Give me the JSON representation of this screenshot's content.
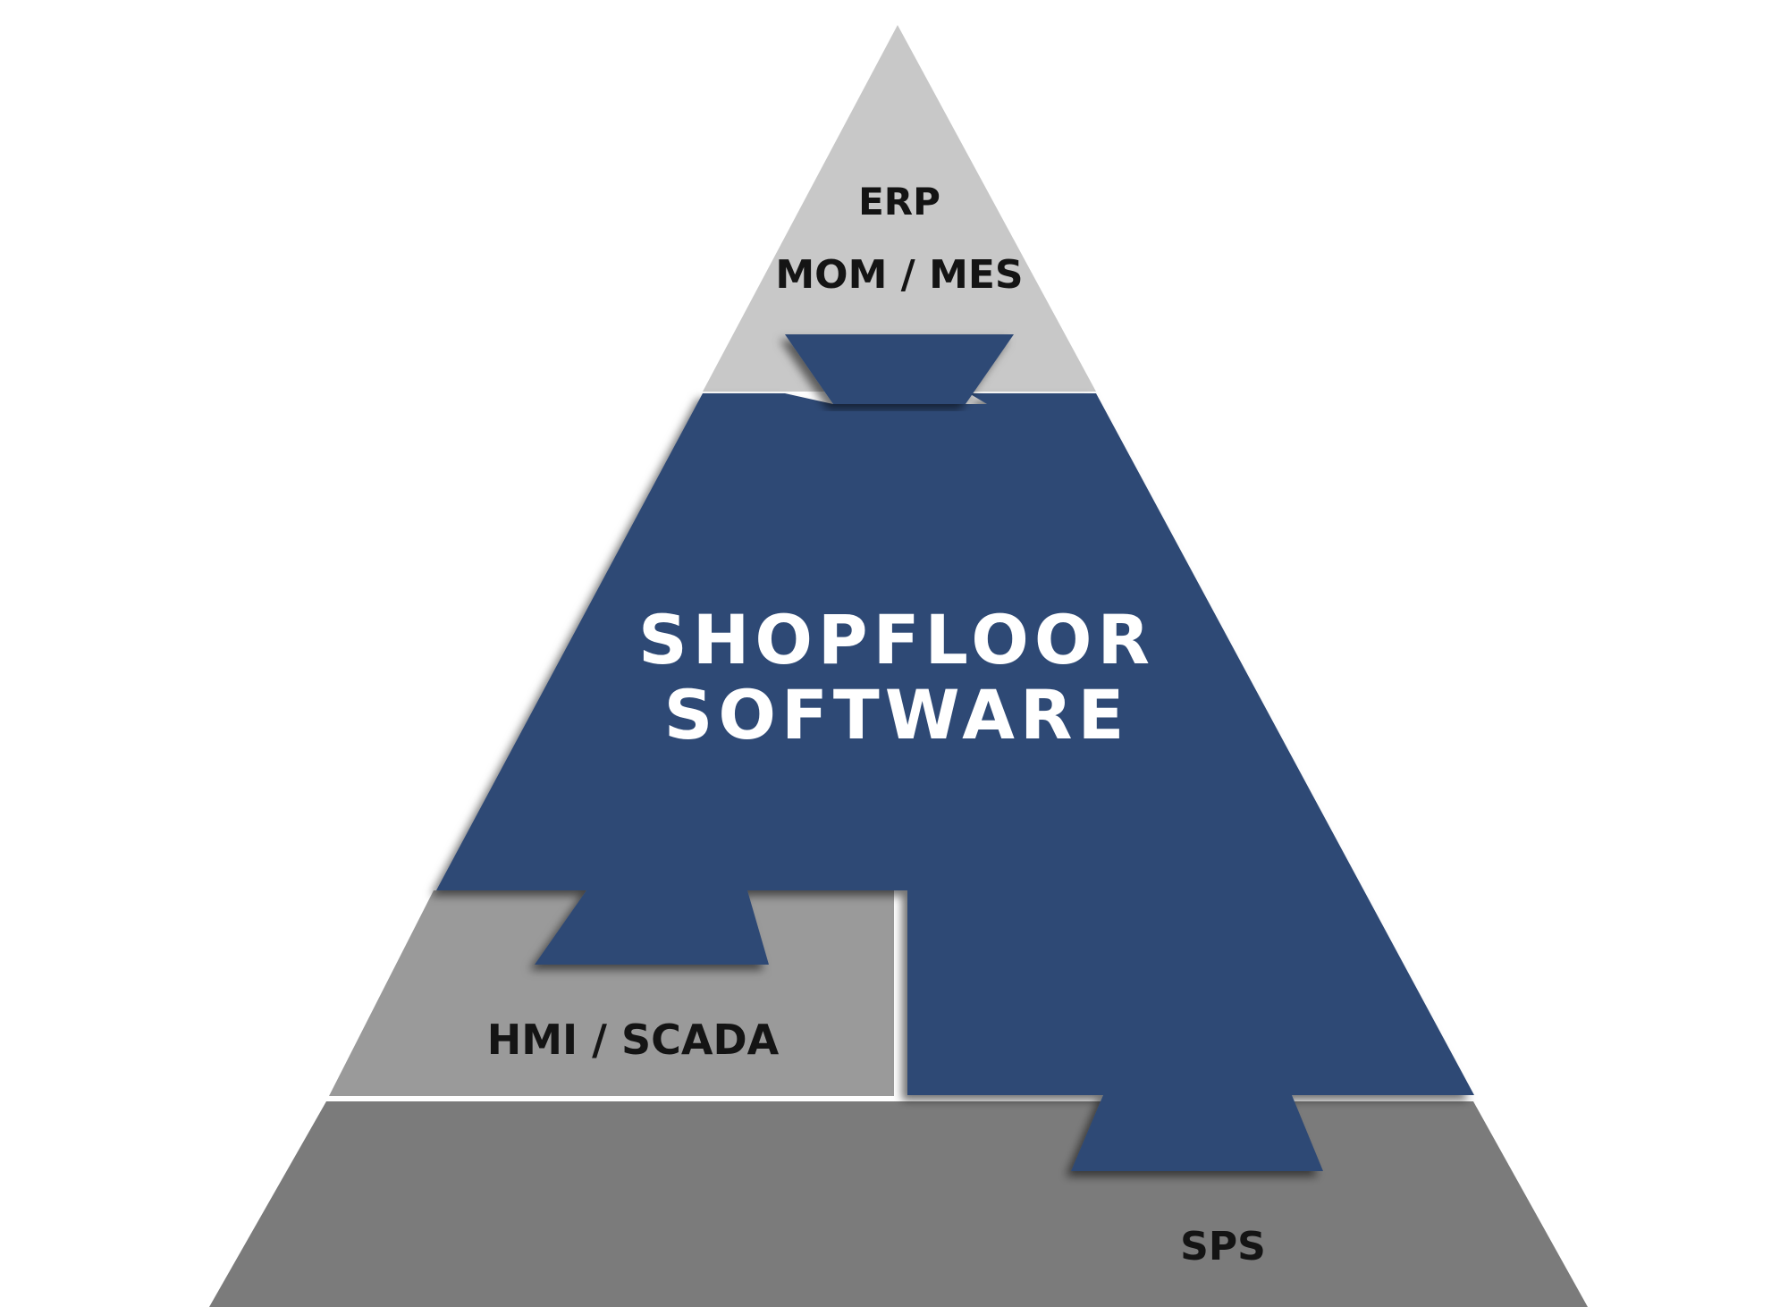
{
  "layers": {
    "erp": {
      "label": "ERP",
      "color": "#c8c8c8"
    },
    "mom_mes": {
      "label": "MOM / MES",
      "color": "#c8c8c8"
    },
    "shopfloor": {
      "line1": "SHOPFLOOR",
      "line2": "SOFTWARE",
      "color": "#2f4874"
    },
    "hmi_scada": {
      "label": "HMI / SCADA",
      "color": "#9a9a9a"
    },
    "sps": {
      "label": "SPS",
      "color": "#7b7b7b"
    }
  }
}
